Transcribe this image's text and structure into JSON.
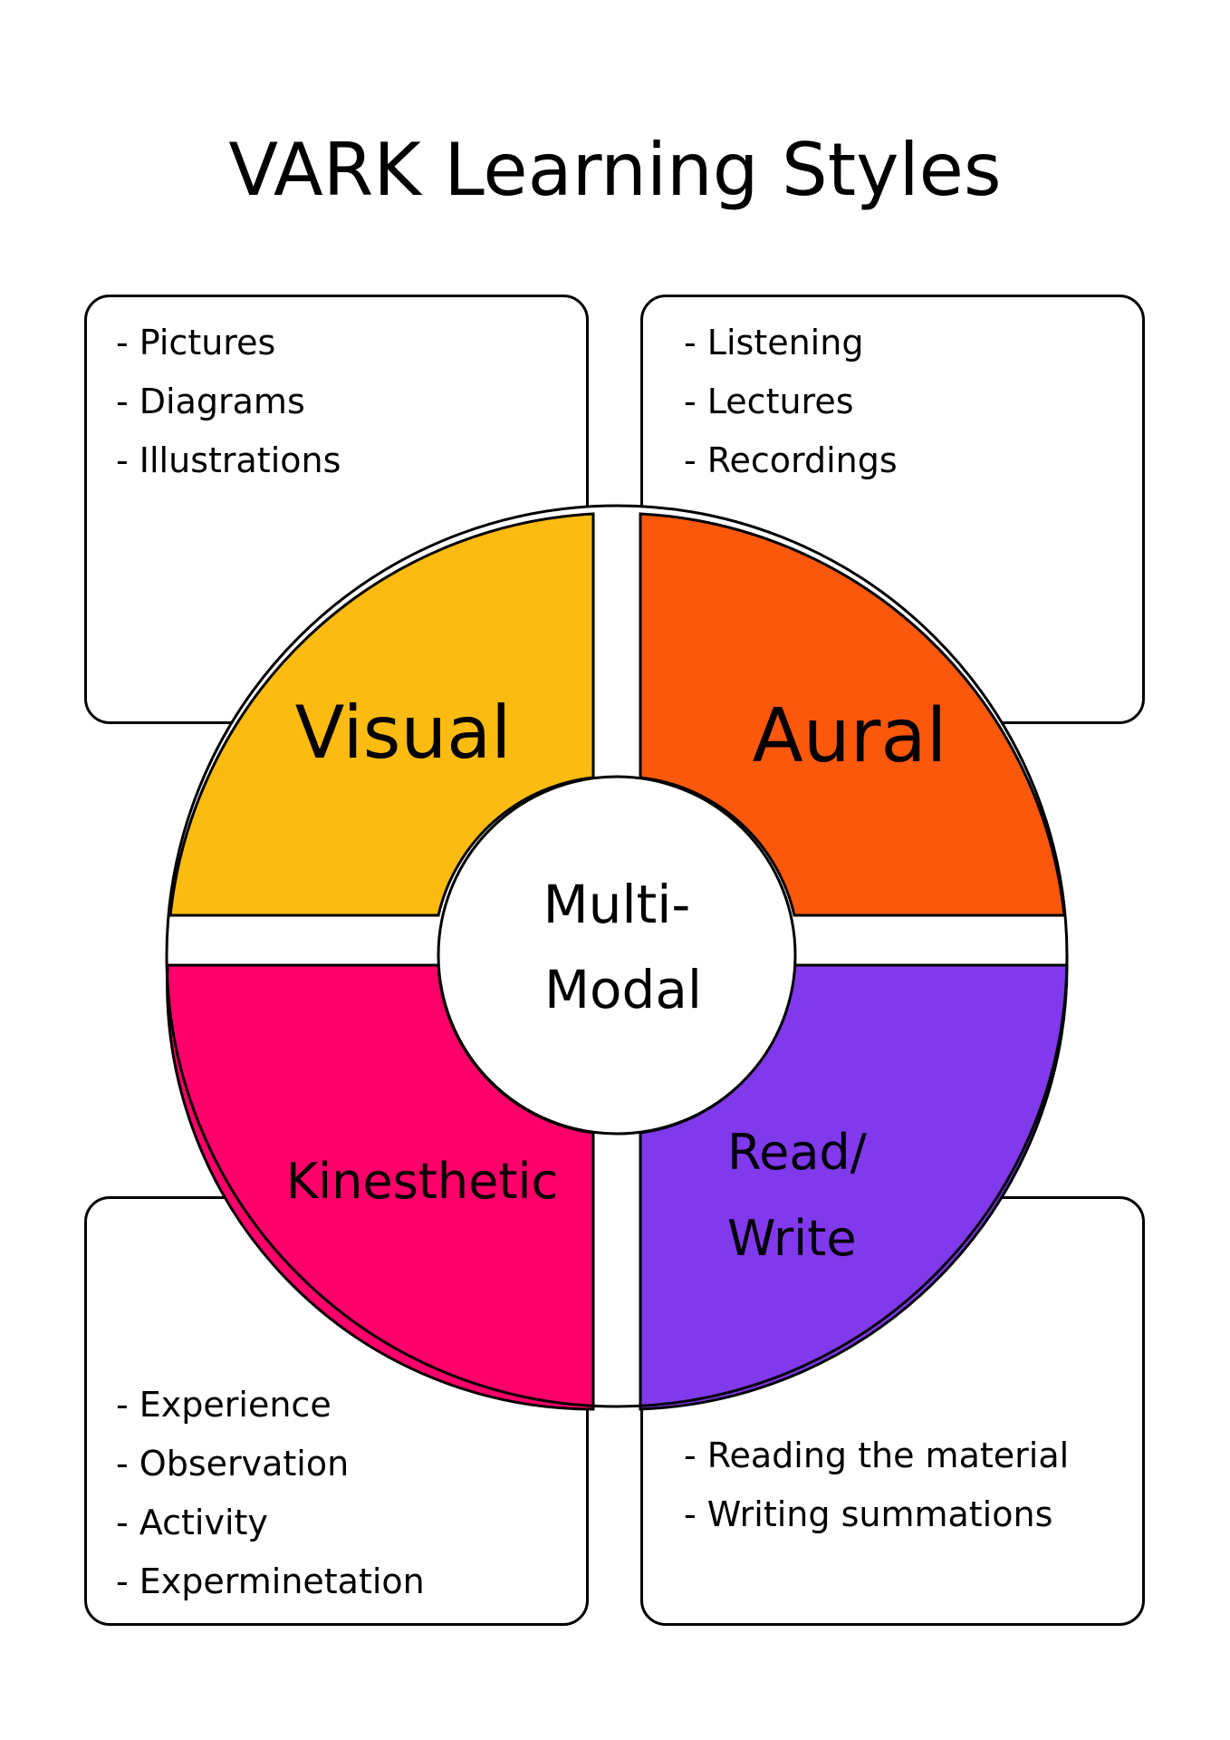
{
  "title": "VARK Learning Styles",
  "center": {
    "line1": "Multi-",
    "line2": "Modal"
  },
  "quadrants": {
    "visual": {
      "label": "Visual",
      "color": "#FCBB10",
      "items": [
        "- Pictures",
        "- Diagrams",
        "- Illustrations"
      ]
    },
    "aural": {
      "label": "Aural",
      "color": "#FC580C",
      "items": [
        "- Listening",
        "- Lectures",
        "- Recordings"
      ]
    },
    "kinesthetic": {
      "label": "Kinesthetic",
      "color": "#FF006A",
      "items": [
        "- Experience",
        "- Observation",
        "- Activity",
        "- Experminetation"
      ]
    },
    "read_write": {
      "label_line1": "Read/",
      "label_line2": "Write",
      "color": "#8139EC",
      "items": [
        "- Reading the material",
        "- Writing summations"
      ]
    }
  }
}
